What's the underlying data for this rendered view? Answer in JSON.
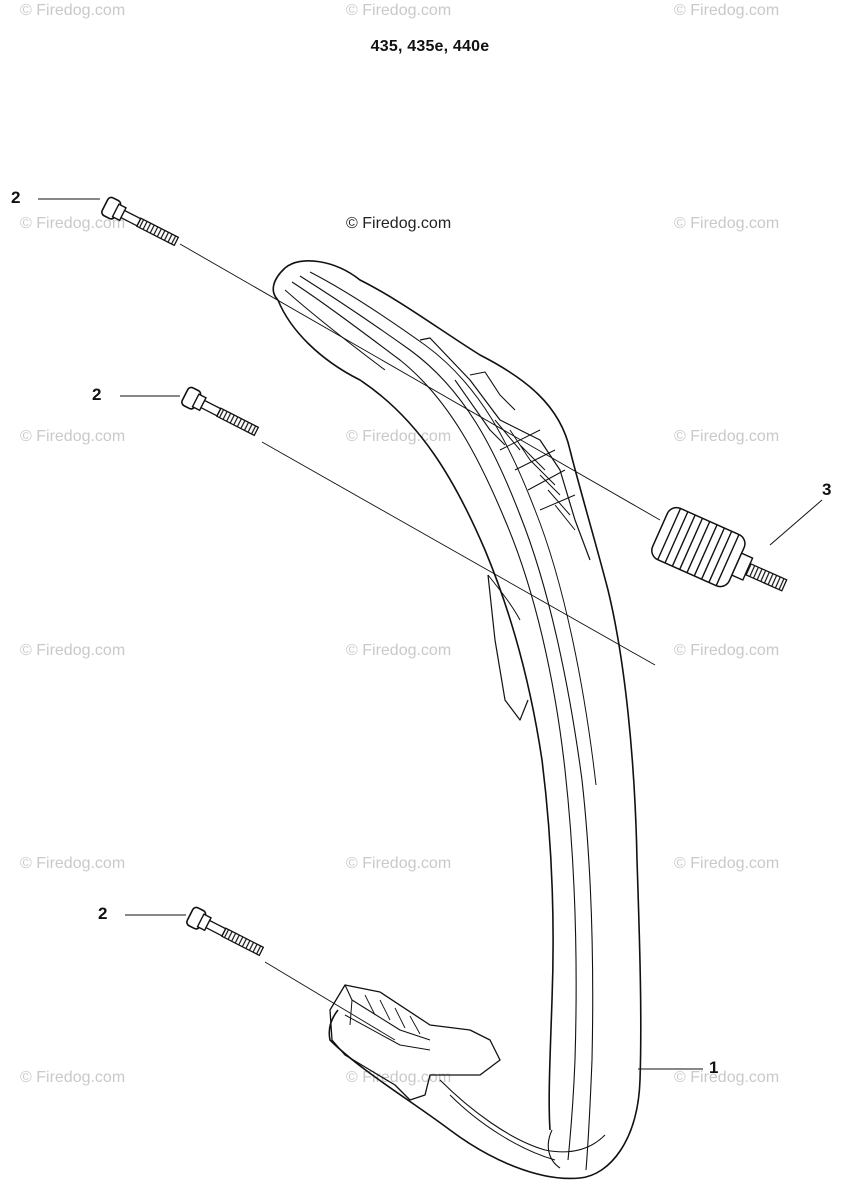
{
  "title": "435, 435e, 440e",
  "copyright": "© Firedog.com",
  "watermark": "© Firedog.com",
  "parts": [
    {
      "ref": "1",
      "part": "handle-bar"
    },
    {
      "ref": "2",
      "part": "screw"
    },
    {
      "ref": "2",
      "part": "screw"
    },
    {
      "ref": "2",
      "part": "screw"
    },
    {
      "ref": "3",
      "part": "anti-vibration-spring"
    }
  ],
  "colors": {
    "line": "#111111",
    "watermark": "#c9c9c9",
    "background": "#ffffff"
  }
}
